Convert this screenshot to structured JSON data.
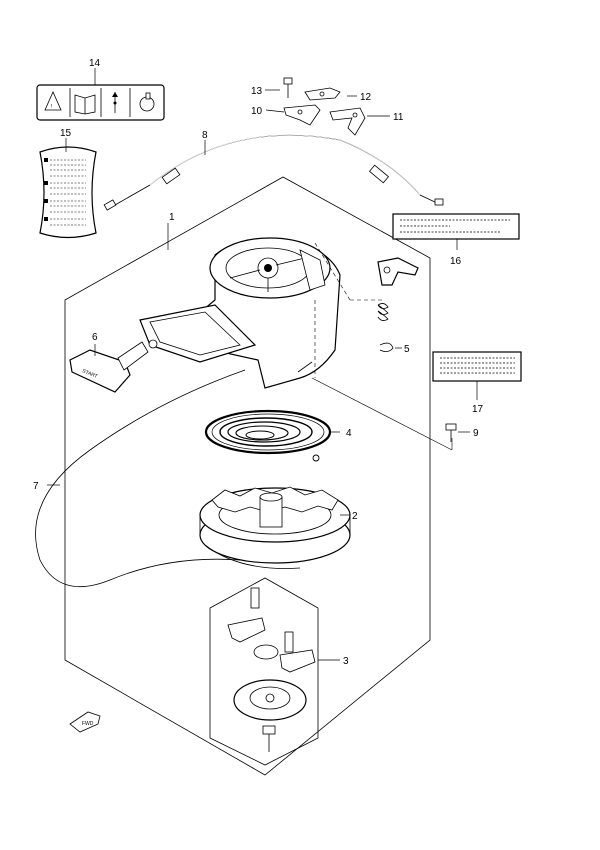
{
  "callouts": [
    {
      "n": "1"
    },
    {
      "n": "2"
    },
    {
      "n": "3"
    },
    {
      "n": "4"
    },
    {
      "n": "5"
    },
    {
      "n": "6"
    },
    {
      "n": "7"
    },
    {
      "n": "8"
    },
    {
      "n": "9"
    },
    {
      "n": "10"
    },
    {
      "n": "11"
    },
    {
      "n": "12"
    },
    {
      "n": "13"
    },
    {
      "n": "14"
    },
    {
      "n": "15"
    },
    {
      "n": "16"
    },
    {
      "n": "17"
    }
  ],
  "handle_text": "START",
  "fwd_text": "FWD"
}
